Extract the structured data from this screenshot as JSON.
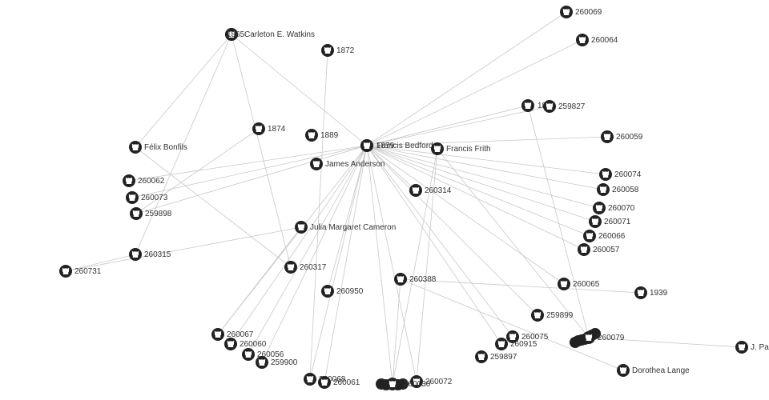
{
  "graph": {
    "edge_color": "#c8c8c8",
    "node_color": "#222222",
    "label_color": "#333333",
    "node_icon": "github-icon",
    "nodes": [
      {
        "id": "1879",
        "label": "1879"
      },
      {
        "id": "francis_bedford",
        "label": "Francis Bedford"
      },
      {
        "id": "francis_frith",
        "label": "Francis Frith"
      },
      {
        "id": "james_anderson",
        "label": "James Anderson"
      },
      {
        "id": "julia_margaret_cameron",
        "label": "Julia Margaret Cameron"
      },
      {
        "id": "carleton_watkins",
        "label": "Carleton E. Watkins"
      },
      {
        "id": "1865",
        "label": "1865"
      },
      {
        "id": "1872",
        "label": "1872"
      },
      {
        "id": "1874",
        "label": "1874"
      },
      {
        "id": "1889",
        "label": "1889"
      },
      {
        "id": "felix_bonfils",
        "label": "Félix Bonfils"
      },
      {
        "id": "1859",
        "label": "1859"
      },
      {
        "id": "1939",
        "label": "1939"
      },
      {
        "id": "dorothea_lange",
        "label": "Dorothea Lange"
      },
      {
        "id": "j_pas",
        "label": "J. Pas"
      },
      {
        "id": "260069",
        "label": "260069"
      },
      {
        "id": "260064",
        "label": "260064"
      },
      {
        "id": "259827",
        "label": "259827"
      },
      {
        "id": "260059",
        "label": "260059"
      },
      {
        "id": "260074",
        "label": "260074"
      },
      {
        "id": "260058",
        "label": "260058"
      },
      {
        "id": "260070",
        "label": "260070"
      },
      {
        "id": "260071",
        "label": "260071"
      },
      {
        "id": "260066",
        "label": "260066"
      },
      {
        "id": "260057",
        "label": "260057"
      },
      {
        "id": "260065",
        "label": "260065"
      },
      {
        "id": "259899",
        "label": "259899"
      },
      {
        "id": "260075",
        "label": "260075"
      },
      {
        "id": "260915",
        "label": "260915"
      },
      {
        "id": "259897",
        "label": "259897"
      },
      {
        "id": "260388",
        "label": "260388"
      },
      {
        "id": "260314",
        "label": "260314"
      },
      {
        "id": "260950",
        "label": "260950"
      },
      {
        "id": "260317",
        "label": "260317"
      },
      {
        "id": "260315",
        "label": "260315"
      },
      {
        "id": "260731",
        "label": "260731"
      },
      {
        "id": "260062",
        "label": "260062"
      },
      {
        "id": "260073",
        "label": "260073"
      },
      {
        "id": "259898",
        "label": "259898"
      },
      {
        "id": "260067",
        "label": "260067"
      },
      {
        "id": "260060",
        "label": "260060"
      },
      {
        "id": "260056",
        "label": "260056"
      },
      {
        "id": "259900",
        "label": "259900"
      },
      {
        "id": "260068",
        "label": "260068"
      },
      {
        "id": "260061",
        "label": "260061"
      },
      {
        "id": "260072",
        "label": "260072"
      },
      {
        "id": "260030",
        "label": "260030"
      },
      {
        "id": "260079",
        "label": "260079"
      }
    ],
    "edges": [
      [
        "1879",
        "260069"
      ],
      [
        "1879",
        "260064"
      ],
      [
        "1879",
        "1859"
      ],
      [
        "1879",
        "259827"
      ],
      [
        "1879",
        "260059"
      ],
      [
        "1879",
        "260074"
      ],
      [
        "1879",
        "260058"
      ],
      [
        "1879",
        "260070"
      ],
      [
        "1879",
        "260071"
      ],
      [
        "1879",
        "260066"
      ],
      [
        "1879",
        "260057"
      ],
      [
        "1879",
        "260065"
      ],
      [
        "1879",
        "260062"
      ],
      [
        "1879",
        "260073"
      ],
      [
        "1879",
        "259898"
      ],
      [
        "1879",
        "260067"
      ],
      [
        "1879",
        "260060"
      ],
      [
        "1879",
        "260056"
      ],
      [
        "1879",
        "259900"
      ],
      [
        "1879",
        "260068"
      ],
      [
        "1879",
        "260061"
      ],
      [
        "1879",
        "260072"
      ],
      [
        "1879",
        "260030"
      ],
      [
        "1879",
        "259899"
      ],
      [
        "1879",
        "260075"
      ],
      [
        "1879",
        "260915"
      ],
      [
        "1879",
        "260314"
      ],
      [
        "1879",
        "1865"
      ],
      [
        "1879",
        "260950"
      ],
      [
        "francis_frith",
        "260079"
      ],
      [
        "francis_frith",
        "260030"
      ],
      [
        "francis_frith",
        "260072"
      ],
      [
        "1859",
        "260079"
      ],
      [
        "1865",
        "felix_bonfils"
      ],
      [
        "1865",
        "260315"
      ],
      [
        "1865",
        "260317"
      ],
      [
        "1865",
        "carleton_watkins"
      ],
      [
        "1872",
        "260068"
      ],
      [
        "1874",
        "259898"
      ],
      [
        "felix_bonfils",
        "260317"
      ],
      [
        "julia_margaret_cameron",
        "260731"
      ],
      [
        "julia_margaret_cameron",
        "260067"
      ],
      [
        "260315",
        "260731"
      ],
      [
        "260388",
        "1939"
      ],
      [
        "260388",
        "dorothea_lange"
      ],
      [
        "260388",
        "260030"
      ],
      [
        "260079",
        "j_pas"
      ]
    ]
  }
}
